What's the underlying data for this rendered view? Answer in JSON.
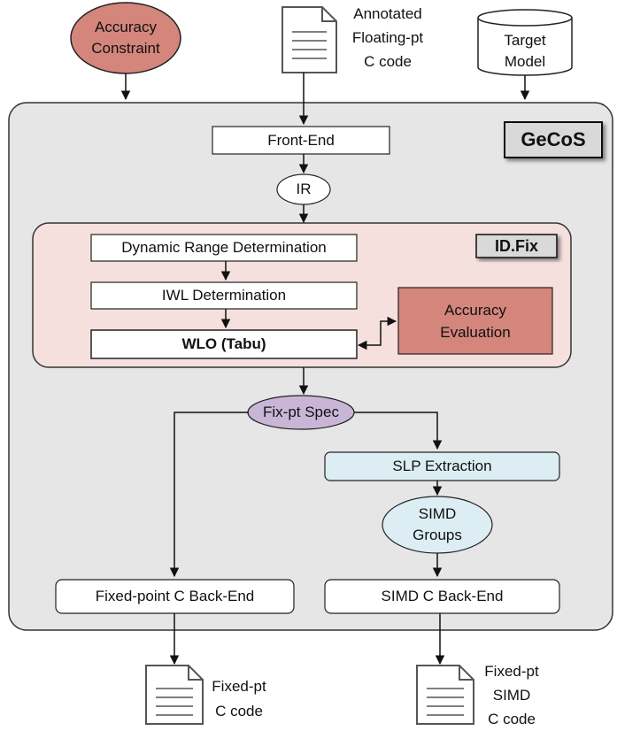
{
  "inputs": {
    "accuracy_constraint": [
      "Accuracy",
      "Constraint"
    ],
    "annotated_code": [
      "Annotated",
      "Floating-pt",
      "C code"
    ],
    "target_model": [
      "Target",
      "Model"
    ]
  },
  "gecos": {
    "title": "GeCoS",
    "front_end": "Front-End",
    "ir": "IR",
    "idfix": {
      "title": "ID.Fix",
      "dynamic_range": "Dynamic Range Determination",
      "iwl": "IWL Determination",
      "wlo": "WLO (Tabu)",
      "accuracy_evaluation": [
        "Accuracy",
        "Evaluation"
      ]
    },
    "fixpt_spec": "Fix-pt Spec",
    "slp_extraction": "SLP Extraction",
    "simd_groups": [
      "SIMD",
      "Groups"
    ],
    "fixed_point_backend": "Fixed-point C Back-End",
    "simd_backend": "SIMD C Back-End"
  },
  "outputs": {
    "fixed_pt_code": [
      "Fixed-pt",
      "C code"
    ],
    "fixed_pt_simd_code": [
      "Fixed-pt",
      "SIMD",
      "C code"
    ]
  },
  "colors": {
    "gecos_fill": "#e6e6e6",
    "idfix_fill": "#f5e0de",
    "accuracy_fill": "#d4857c",
    "fixpt_spec_fill": "#c9b6d6",
    "slp_fill": "#dcedf3",
    "title_badge_fill": "#d9d9d9"
  }
}
